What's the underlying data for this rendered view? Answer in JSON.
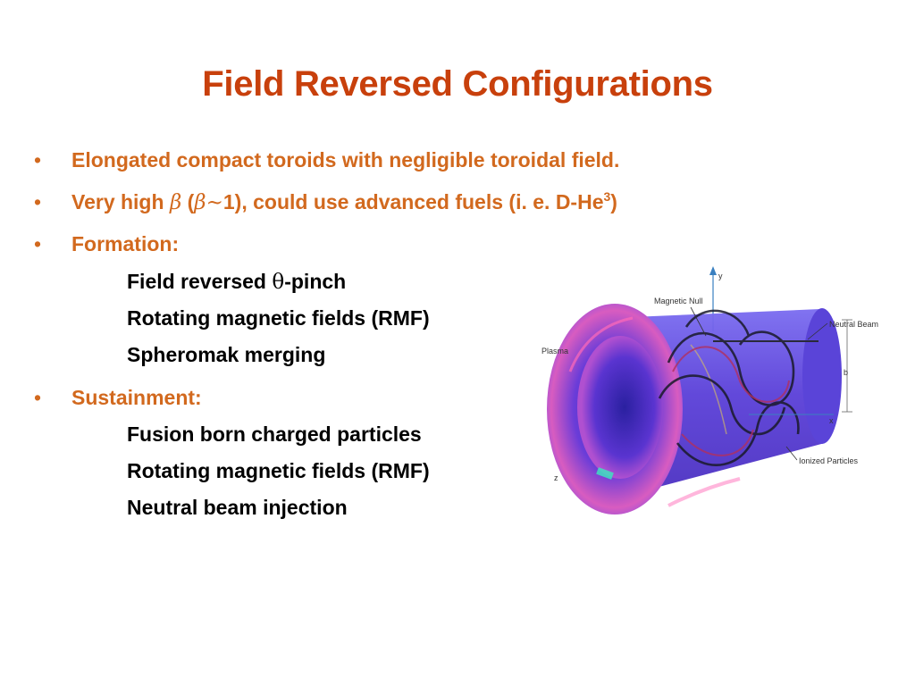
{
  "slide": {
    "title": "Field Reversed Configurations",
    "bullets": [
      {
        "text": "Elongated compact toroids with negligible toroidal field."
      },
      {
        "pre": "Very high ",
        "beta1": "β",
        "mid1": " (",
        "beta2": "β",
        "tilde": "~",
        "post": "1), could use advanced fuels (i. e. D-He",
        "sup": "3",
        "end": ")"
      },
      {
        "text": "Formation:"
      },
      {
        "text": "Sustainment:"
      }
    ],
    "formation_items": [
      {
        "pre": "Field reversed ",
        "theta": "θ",
        "post": "-pinch"
      },
      {
        "text": "Rotating magnetic fields (RMF)"
      },
      {
        "text": "Spheromak merging"
      }
    ],
    "sustainment_items": [
      {
        "text": "Fusion born charged particles"
      },
      {
        "text": "Rotating magnetic fields (RMF)"
      },
      {
        "text": "Neutral beam injection"
      }
    ],
    "bullet_symbol": "•"
  },
  "figure": {
    "labels": {
      "magnetic_null": "Magnetic Null",
      "neutral_beam": "Neutral Beam",
      "plasma": "Plasma",
      "ionized_particles": "Ionized Particles",
      "b": "b",
      "y_axis": "y",
      "x_axis": "x",
      "z_axis": "z"
    }
  },
  "colors": {
    "title": "#c8400c",
    "bullet_text": "#d2691e",
    "sub_text": "#000000",
    "plasma_fill": "#6b4fe0",
    "plasma_edge": "#e060b0"
  }
}
